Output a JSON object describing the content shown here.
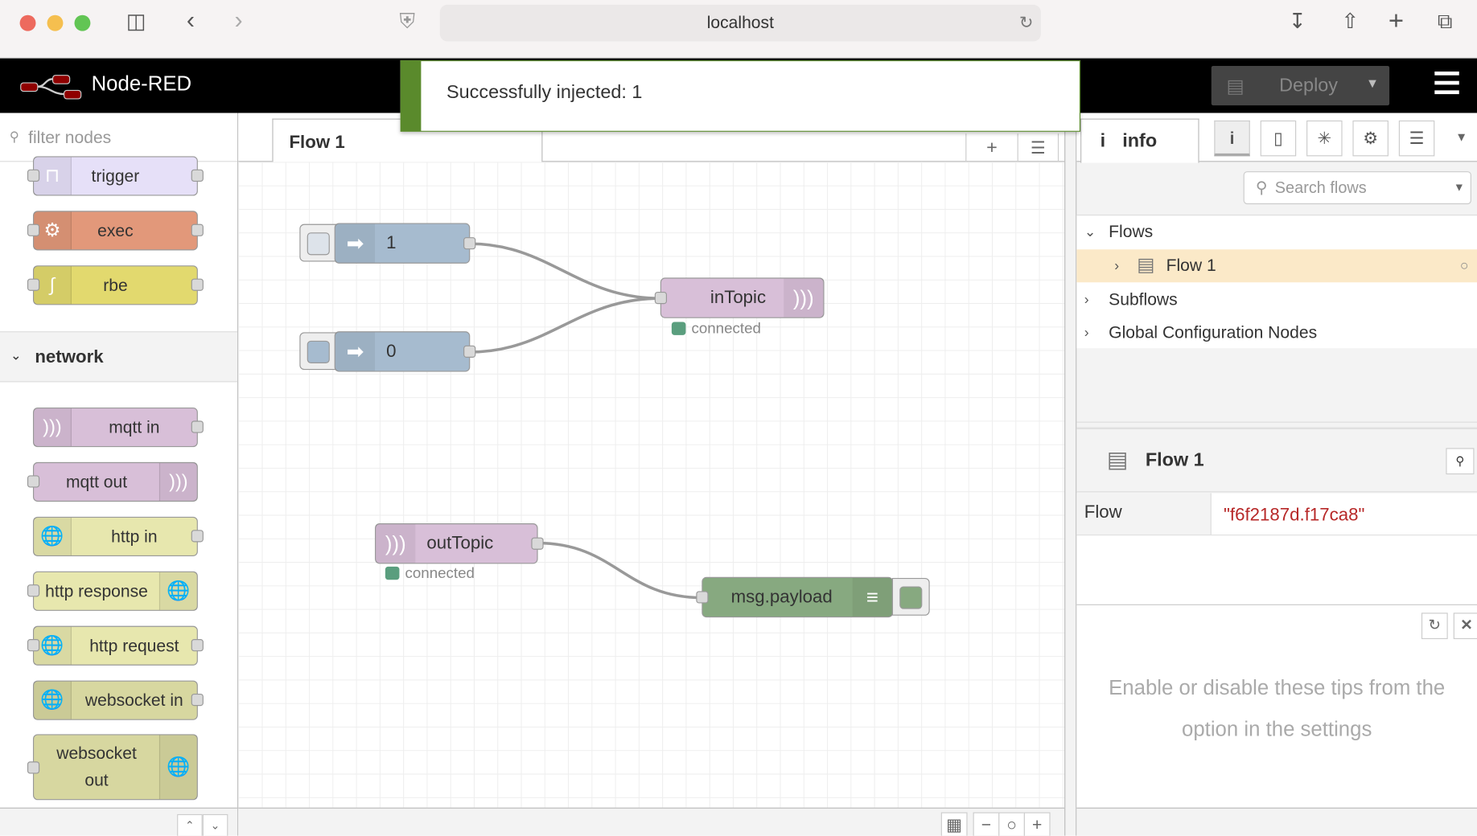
{
  "browser": {
    "url": "localhost"
  },
  "header": {
    "brand": "Node-RED",
    "deploy_label": "Deploy"
  },
  "notification": {
    "text": "Successfully injected: 1",
    "color": "#5a8a2c"
  },
  "palette": {
    "filter_placeholder": "filter nodes",
    "nodes_top": [
      {
        "label": "trigger",
        "color": "#e6e0f8"
      },
      {
        "label": "exec",
        "color": "#e2987a"
      },
      {
        "label": "rbe",
        "color": "#e2d96e"
      }
    ],
    "category": "network",
    "network_nodes": [
      {
        "label": "mqtt in"
      },
      {
        "label": "mqtt out"
      },
      {
        "label": "http in"
      },
      {
        "label": "http response"
      },
      {
        "label": "http request"
      },
      {
        "label": "websocket in"
      },
      {
        "label": "websocket out"
      }
    ]
  },
  "workspace": {
    "tab": "Flow 1",
    "nodes": {
      "inject1": "1",
      "inject0": "0",
      "intopic": "inTopic",
      "intopic_status": "connected",
      "outtopic": "outTopic",
      "outtopic_status": "connected",
      "debug": "msg.payload"
    }
  },
  "sidebar": {
    "tab": "info",
    "search_placeholder": "Search flows",
    "tree": {
      "flows": "Flows",
      "flow1": "Flow 1",
      "subflows": "Subflows",
      "global": "Global Configuration Nodes"
    },
    "props": {
      "title": "Flow 1",
      "label": "Flow",
      "value": "\"f6f2187d.f17ca8\""
    },
    "tip": "Enable or disable these tips from the option in the settings"
  }
}
